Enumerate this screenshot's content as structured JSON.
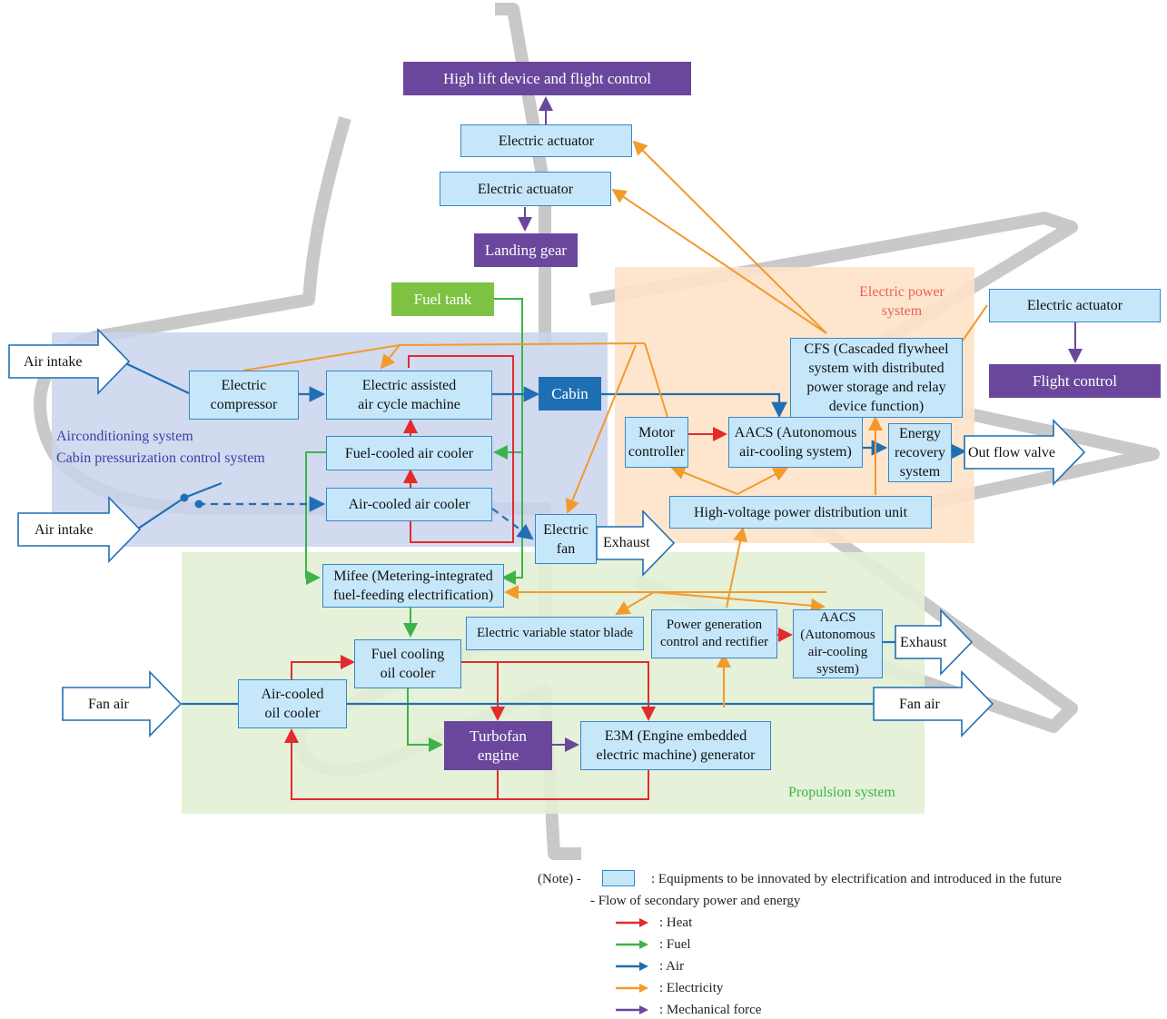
{
  "regions": {
    "aircon_label_1": "Airconditioning system",
    "aircon_label_2": "Cabin pressurization control system",
    "electric_power_label": "Electric power\nsystem",
    "propulsion_label": "Propulsion system"
  },
  "nodes": {
    "high_lift": "High lift device and flight control",
    "actuator_top": "Electric actuator",
    "actuator_mid": "Electric actuator",
    "landing_gear": "Landing gear",
    "fuel_tank": "Fuel tank",
    "air_intake_1": "Air intake",
    "air_intake_2": "Air intake",
    "electric_compressor": "Electric\ncompressor",
    "assisted_acm": "Electric assisted\nair cycle machine",
    "cabin": "Cabin",
    "fuel_cooled_air_cooler": "Fuel-cooled air cooler",
    "air_cooled_air_cooler": "Air-cooled air cooler",
    "electric_fan": "Electric\nfan",
    "exhaust_1": "Exhaust",
    "motor_controller": "Motor\ncontroller",
    "aacs_1": "AACS (Autonomous\nair-cooling system)",
    "energy_recovery": "Energy\nrecovery\nsystem",
    "out_flow_valve": "Out flow valve",
    "cfs": "CFS (Cascaded flywheel\nsystem with distributed\npower storage and relay\ndevice function)",
    "actuator_right": "Electric actuator",
    "flight_control": "Flight control",
    "hvpdu": "High-voltage power distribution unit",
    "mifee": "Mifee (Metering-integrated\nfuel-feeding electrification)",
    "stator_blade": "Electric variable stator blade",
    "power_gen": "Power generation\ncontrol and rectifier",
    "aacs_2": "AACS\n(Autonomous\nair-cooling\nsystem)",
    "exhaust_2": "Exhaust",
    "fuel_cooling_oil": "Fuel cooling\noil cooler",
    "fan_air_left": "Fan air",
    "air_cooled_oil": "Air-cooled\noil cooler",
    "fan_air_right": "Fan air",
    "turbofan": "Turbofan\nengine",
    "e3m": "E3M (Engine embedded\nelectric machine) generator"
  },
  "legend": {
    "note_prefix": "(Note)  -",
    "equipment_text": ": Equipments to be innovated by electrification and introduced in the future",
    "flow_title": "- Flow of secondary power and energy",
    "items": [
      {
        "label": ": Heat",
        "color": "#e32b2b"
      },
      {
        "label": ": Fuel",
        "color": "#3cb44b"
      },
      {
        "label": ": Air",
        "color": "#1f6fb4"
      },
      {
        "label": ": Electricity",
        "color": "#f39a2b"
      },
      {
        "label": ": Mechanical force",
        "color": "#6a479c"
      }
    ]
  },
  "colors": {
    "heat": "#e32b2b",
    "fuel": "#3cb44b",
    "air": "#1f6fb4",
    "electricity": "#f39a2b",
    "mechanical": "#6a479c",
    "equipment_fill": "#c6e7fa",
    "aircon_region": "#c9d3ec",
    "power_region": "#fde3c8",
    "propulsion_region": "#e2efd4"
  }
}
